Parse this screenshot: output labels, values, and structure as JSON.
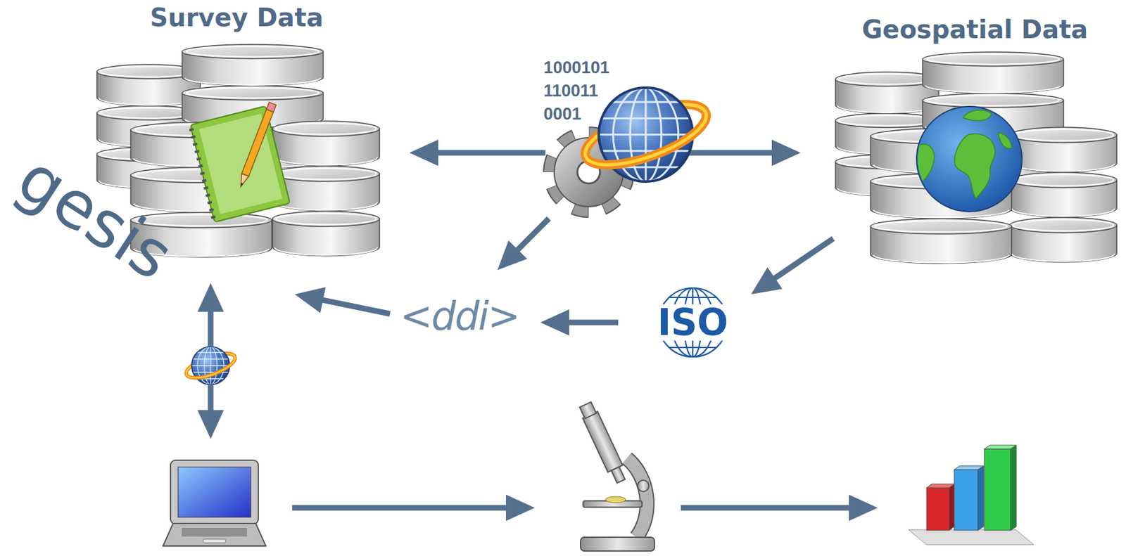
{
  "diagram": {
    "nodes": [
      {
        "text": [
          "Survey Data"
        ]
      },
      {
        "text": [
          "1000101 110011 0001"
        ]
      },
      {
        "text": [
          "Geospatial Data"
        ]
      },
      {
        "text": [
          "<ddi>"
        ]
      },
      {
        "text": [
          "ISO"
        ]
      }
    ],
    "edges": [
      {
        "from": 1,
        "to": 0,
        "arrow": "to"
      },
      {
        "from": 1,
        "to": 2,
        "arrow": "to"
      },
      {
        "from": 1,
        "to": 3,
        "arrow": "to"
      },
      {
        "from": 2,
        "to": 4,
        "arrow": "to"
      },
      {
        "from": 4,
        "to": 3,
        "arrow": "to"
      },
      {
        "from": 3,
        "to": 0,
        "arrow": "to"
      }
    ],
    "labels": [
      "gesis"
    ]
  }
}
